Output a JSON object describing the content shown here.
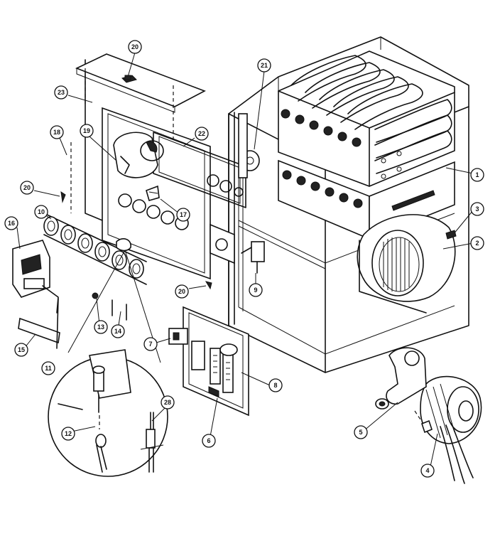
{
  "callouts": [
    {
      "id": "c1",
      "label": "1"
    },
    {
      "id": "c2",
      "label": "2"
    },
    {
      "id": "c3",
      "label": "3"
    },
    {
      "id": "c4",
      "label": "4"
    },
    {
      "id": "c5",
      "label": "5"
    },
    {
      "id": "c6",
      "label": "6"
    },
    {
      "id": "c7",
      "label": "7"
    },
    {
      "id": "c8",
      "label": "8"
    },
    {
      "id": "c9",
      "label": "9"
    },
    {
      "id": "c10",
      "label": "10"
    },
    {
      "id": "c11",
      "label": "11"
    },
    {
      "id": "c12",
      "label": "12"
    },
    {
      "id": "c13",
      "label": "13"
    },
    {
      "id": "c14",
      "label": "14"
    },
    {
      "id": "c15",
      "label": "15"
    },
    {
      "id": "c16",
      "label": "16"
    },
    {
      "id": "c17",
      "label": "17"
    },
    {
      "id": "c18",
      "label": "18"
    },
    {
      "id": "c19",
      "label": "19"
    },
    {
      "id": "c20a",
      "label": "20"
    },
    {
      "id": "c20b",
      "label": "20"
    },
    {
      "id": "c20c",
      "label": "20"
    },
    {
      "id": "c21",
      "label": "21"
    },
    {
      "id": "c22",
      "label": "22"
    },
    {
      "id": "c23",
      "label": "23"
    },
    {
      "id": "c28",
      "label": "28"
    }
  ]
}
